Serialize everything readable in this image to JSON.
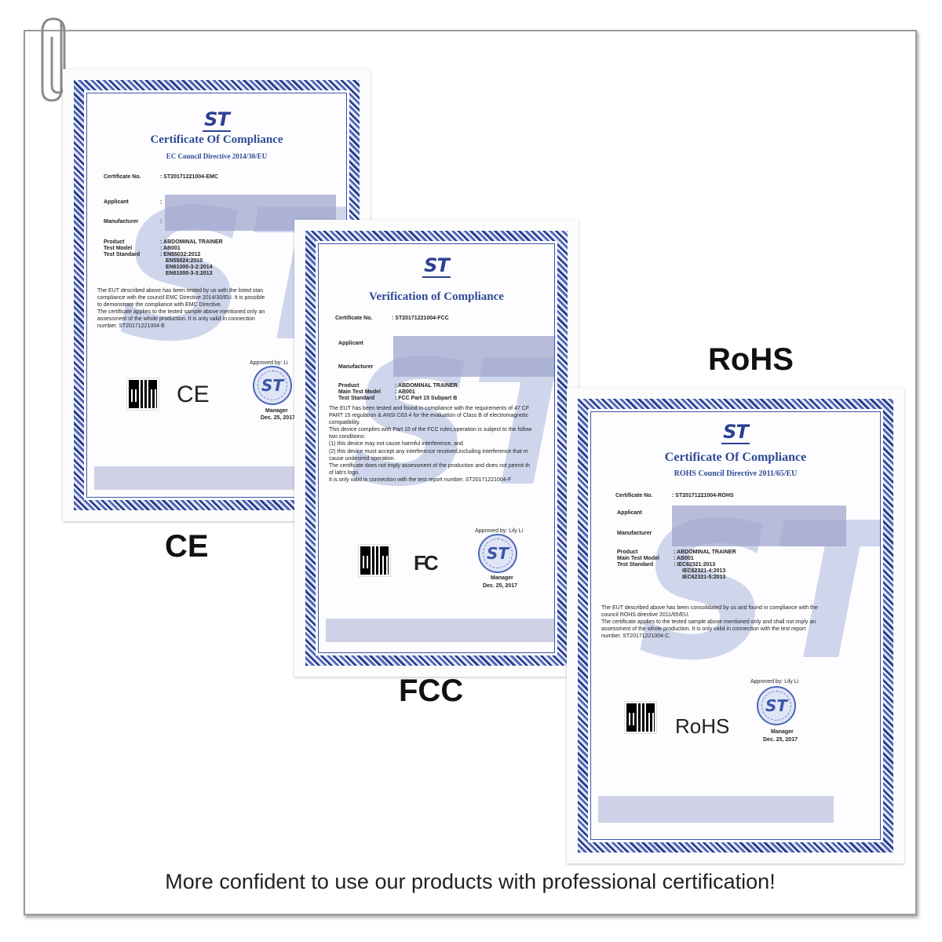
{
  "labels": {
    "ce": "CE",
    "fcc": "FCC",
    "rohs": "RoHS"
  },
  "footer": "More confident to use our products with professional certification!",
  "colors": {
    "border_blue": "#3d54a6",
    "title_blue": "#2e4a94",
    "watermark": "#788cc8"
  },
  "cert_ce": {
    "logo": "ST",
    "title": "Certificate Of Compliance",
    "subtitle": "EC Council Directive 2014/30/EU",
    "cert_no_label": "Certificate No.",
    "cert_no": "ST20171221004-EMC",
    "applicant_label": "Applicant",
    "manufacturer_label": "Manufacturer",
    "product_label": "Product",
    "product": "ABDOMINAL TRAINER",
    "model_label": "Test Model",
    "model": "AB001",
    "standard_label": "Test Standard",
    "standards": [
      "EN55032:2012",
      "EN55024:2010",
      "EN61000-3-2:2014",
      "EN61000-3-3:2013"
    ],
    "body": [
      "The EUT described above has been tested by us with the listed stan",
      "compliance with the council EMC Directive 2014/30/EU. It is possible",
      "to demonstrate the compliance with EMC Directive.",
      "The certificate applies to the tested sample above mentioned only an",
      "assessment of the whole production. It is only valid in connection",
      "number. ST20171221004-E"
    ],
    "approved": "Approved by: Li",
    "manager": "Manager",
    "date": "Dec. 25, 2017",
    "mark": "CE"
  },
  "cert_fcc": {
    "logo": "ST",
    "title": "Verification of Compliance",
    "cert_no_label": "Certificate No.",
    "cert_no": "ST20171221004-FCC",
    "applicant_label": "Applicant",
    "manufacturer_label": "Manufacturer",
    "product_label": "Product",
    "product": "ABDOMINAL TRAINER",
    "model_label": "Main Test Model",
    "model": "AB001",
    "standard_label": "Test Standard",
    "standard": "FCC Part 15 Subpart B",
    "body": [
      "The EUT has been tested and found in compliance with the requirements of 47 CF",
      "PART 15 regulation & ANSI C63.4 for the evaluation of Class B of electromagnetic",
      "compatibility.",
      "This device complies with Part 15 of the FCC rules,operation is subject to the follow",
      "two conditions:",
      "(1)  this device may not cause harmful interference, and",
      "(2)  this device must accept any interference received,including interference that m",
      "cause undesired operation.",
      "The certificate does not imply assessment of the production and does not permit th",
      "of lab's logo.",
      "It is only valid in connection with the test report number. ST20171221004-F"
    ],
    "approved": "Approved by: Lily Li",
    "manager": "Manager",
    "date": "Dec. 25, 2017",
    "mark": "FC"
  },
  "cert_rohs": {
    "logo": "ST",
    "title": "Certificate Of Compliance",
    "subtitle": "ROHS Council Directive 2011/65/EU",
    "cert_no_label": "Certificate No.",
    "cert_no": "ST20171221004-ROHS",
    "applicant_label": "Applicant",
    "manufacturer_label": "Manufacturer",
    "product_label": "Product",
    "product": "ABDOMINAL TRAINER",
    "model_label": "Main Test Model",
    "model": "AB001",
    "standard_label": "Test Standard",
    "standards": [
      "IEC62321:2013",
      "IEC62321-4:2013",
      "IEC62321-5:2013"
    ],
    "body": [
      "The EUT described above has been consolidated by us and found in compliance with the",
      "council ROHS directive 2011/65/EU.",
      "The certificate applies to the tested sample above mentioned only and shall not imply an",
      "assessment of the whole production. It is only valid in connection with the test report",
      "number. ST20171221004-C."
    ],
    "approved": "Approved by: Lily Li",
    "manager": "Manager",
    "date": "Dec. 25, 2017",
    "mark": "RoHS"
  }
}
